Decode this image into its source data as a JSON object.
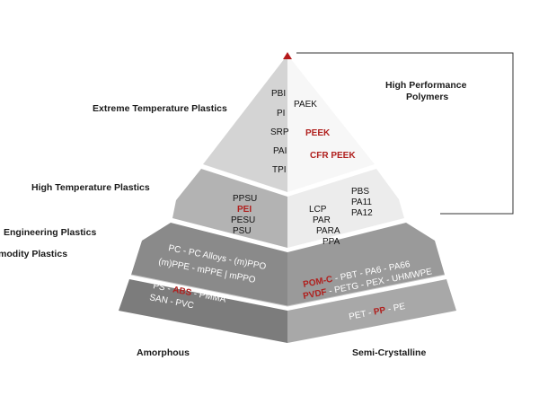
{
  "diagram": {
    "bracket_label_line1": "High Performance",
    "bracket_label_line2": "Polymers",
    "tier_labels": {
      "extreme": "Extreme Temperature Plastics",
      "high": "High Temperature Plastics",
      "engineering": "Engineering Plastics",
      "commodity": "modity Plastics"
    },
    "column_labels": {
      "amorphous": "Amorphous",
      "semi_crystalline": "Semi-Crystalline"
    },
    "tier1_left": [
      "PBI",
      "PI",
      "SRP",
      "PAI",
      "TPI"
    ],
    "tier1_right": {
      "plain": "PAEK",
      "red1": "PEEK",
      "red2": "CFR PEEK"
    },
    "tier2_left": {
      "line1": "PPSU",
      "red": "PEI",
      "line3": "PESU",
      "line4": "PSU"
    },
    "tier2_right": {
      "col1": [
        "LCP",
        "PAR",
        "PARA",
        "PPA"
      ],
      "col2": [
        "PBS",
        "PA11",
        "PA12"
      ]
    },
    "tier3_left": {
      "line1": "PC - PC Alloys - (m)PPO",
      "line2": "(m)PPE - mPPE | mPPO"
    },
    "tier3_right": {
      "red1": "POM-C",
      "rest1": " - PBT - PA6 - PA66",
      "red2": "PVDF",
      "rest2": " - PETG - PEX - UHMWPE"
    },
    "tier4_left": {
      "pre": "PS - ",
      "red": "ABS",
      "post": " - PMMA",
      "line2": "SAN - PVC"
    },
    "tier4_right": {
      "pre": "PET - ",
      "red": "PP",
      "post": " - PE"
    },
    "colors": {
      "apex_red": "#b5191b",
      "tier1_left": "#d4d4d4",
      "tier1_right": "#f7f7f7",
      "tier2_left": "#b3b3b3",
      "tier2_right": "#ececec",
      "tier3_left": "#8a8a8a",
      "tier3_right": "#9a9a9a",
      "tier4_left": "#7c7c7c",
      "tier4_right": "#a8a8a8",
      "accent_red": "#b0201e"
    }
  }
}
